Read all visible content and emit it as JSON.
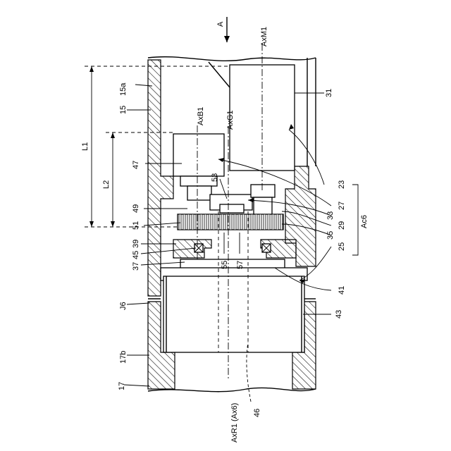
{
  "labels": {
    "A": "A",
    "AxM1": "AxM1",
    "AxB1": "AxB1",
    "AxG1": "AxG1",
    "L1": "L1",
    "L2": "L2",
    "n15a": "15a",
    "n15": "15",
    "n47": "47",
    "n53": "53",
    "n49": "49",
    "n51": "51",
    "n39": "39",
    "n45": "45",
    "n37": "37",
    "n55": "55",
    "n57": "57",
    "n31": "31",
    "n23": "23",
    "n27": "27",
    "n33": "33",
    "n29": "29",
    "n35": "35",
    "n25": "25",
    "Ac6": "Ac6",
    "n41": "41",
    "n43": "43",
    "J6": "J6",
    "n17b": "17b",
    "n17": "17",
    "n46": "46",
    "AxR1": "AxR1 (Ax6)"
  }
}
